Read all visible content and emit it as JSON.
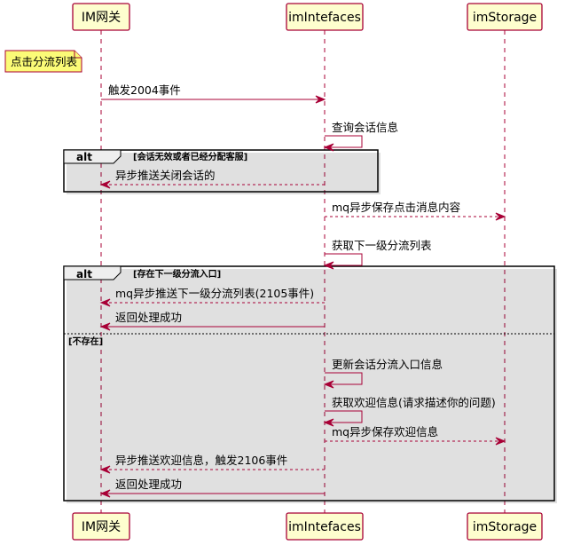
{
  "participants": [
    "IM网关",
    "imIntefaces",
    "imStorage"
  ],
  "note": "点击分流列表",
  "messages": [
    {
      "from": 0,
      "to": 1,
      "text": "触发2004事件",
      "dashed": false
    },
    {
      "from": 1,
      "to": 1,
      "text": "查询会话信息",
      "dashed": false
    },
    {
      "from": 1,
      "to": 0,
      "text": "异步推送关闭会话的",
      "dashed": true
    },
    {
      "from": 1,
      "to": 2,
      "text": "mq异步保存点击消息内容",
      "dashed": true
    },
    {
      "from": 1,
      "to": 1,
      "text": "获取下一级分流列表",
      "dashed": false
    },
    {
      "from": 1,
      "to": 0,
      "text": "mq异步推送下一级分流列表(2105事件)",
      "dashed": true
    },
    {
      "from": 1,
      "to": 0,
      "text": "返回处理成功",
      "dashed": false
    },
    {
      "from": 1,
      "to": 1,
      "text": "更新会话分流入口信息",
      "dashed": false
    },
    {
      "from": 1,
      "to": 1,
      "text": "获取欢迎信息(请求描述你的问题)",
      "dashed": false
    },
    {
      "from": 1,
      "to": 2,
      "text": "mq异步保存欢迎信息",
      "dashed": true
    },
    {
      "from": 1,
      "to": 0,
      "text": "异步推送欢迎信息，触发2106事件",
      "dashed": true
    },
    {
      "from": 1,
      "to": 0,
      "text": "返回处理成功",
      "dashed": false
    }
  ],
  "fragments": [
    {
      "keyword": "alt",
      "condition": "[会话无效或者已经分配客服]"
    },
    {
      "keyword": "alt",
      "condition": "[存在下一级分流入口]",
      "else_condition": "[不存在]"
    }
  ]
}
